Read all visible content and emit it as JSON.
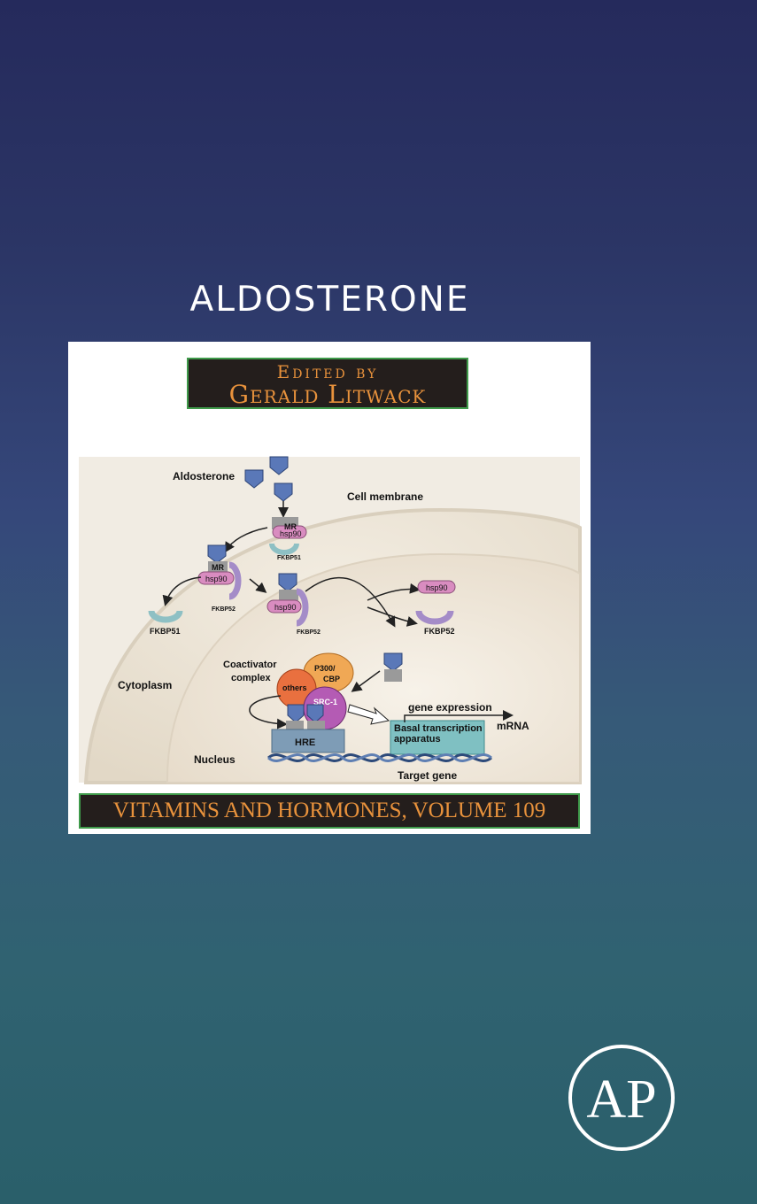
{
  "cover": {
    "title": "ALDOSTERONE",
    "edited_by": "Edited by",
    "editor": "Gerald Litwack",
    "series": "VITAMINS AND HORMONES, VOLUME 109",
    "publisher_logo": "AP"
  },
  "diagram": {
    "aldosterone": "Aldosterone",
    "cell_membrane": "Cell membrane",
    "cytoplasm": "Cytoplasm",
    "nucleus": "Nucleus",
    "mr": "MR",
    "hsp90": "hsp90",
    "fkbp51": "FKBP51",
    "fkbp52": "FKBP52",
    "coactivator": "Coactivator",
    "complex": "complex",
    "p300": "P300/",
    "cbp": "CBP",
    "others": "others",
    "src1": "SRC-1",
    "hre": "HRE",
    "gene_expression": "gene expression",
    "basal1": "Basal transcription",
    "basal2": "apparatus",
    "mrna": "mRNA",
    "target_gene": "Target gene"
  },
  "colors": {
    "ligand": "#5a78b8",
    "hsp90": "#d98cc0",
    "fkbp": "#a48cc8",
    "p300": "#f0a855",
    "others": "#e9703f",
    "src1": "#b45bb4",
    "series_text": "#e8923c"
  }
}
